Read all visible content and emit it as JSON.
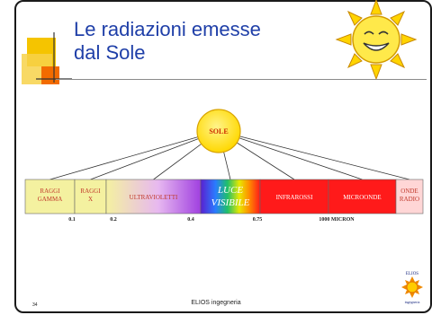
{
  "slide": {
    "title_line1": "Le radiazioni emesse",
    "title_line2": "dal Sole",
    "footer_page": "34",
    "footer_text": "ELIOS ingegneria"
  },
  "diagram": {
    "sun_label": "SOLE",
    "bands": [
      {
        "line1": "RAGGI",
        "line2": "GAMMA",
        "color": "#f4f1a0"
      },
      {
        "line1": "RAGGI",
        "line2": "X",
        "color": "#f4f1a0"
      },
      {
        "line1": "ULTRAVIOLETTI",
        "line2": "",
        "color": "#f4f1a0"
      },
      {
        "line1": "LUCE",
        "line2": "VISIBILE",
        "color": "#7a4fd8"
      },
      {
        "line1": "INFRAROSSI",
        "line2": "",
        "color": "#ff1a1a"
      },
      {
        "line1": "MICROONDE",
        "line2": "",
        "color": "#ff1a1a"
      },
      {
        "line1": "ONDE",
        "line2": "RADIO",
        "color": "#ffd6d6"
      }
    ],
    "scale_labels": [
      "0.1",
      "0.2",
      "0.4",
      "0.75",
      "1000  MICRON"
    ]
  },
  "logo": {
    "text_top": "ELIOS",
    "text_bottom": "ingegneria",
    "icon": "sun-logo-icon"
  },
  "colors": {
    "title": "#1f3fa8",
    "sun_fill": "#ffe600",
    "sun_stroke": "#d9a400"
  }
}
